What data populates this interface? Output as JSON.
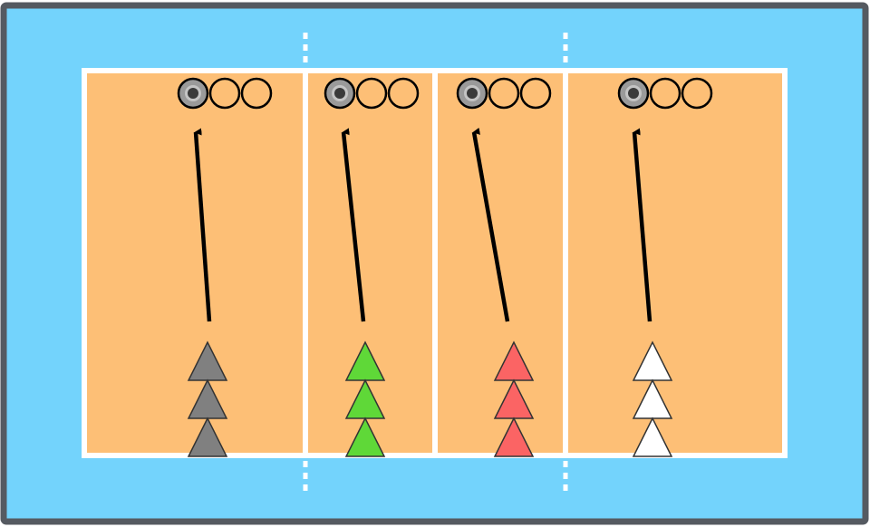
{
  "colors": {
    "frame": "#555a61",
    "surround": "#73d3fc",
    "court": "#fdbf76",
    "line": "#ffffff",
    "arrow": "#000000",
    "target_outer": "#9a9a9a",
    "target_inner": "#3a3a3a",
    "target_empty": "none",
    "cone_outline": "#333333"
  },
  "lanes": [
    {
      "name": "lane-1",
      "cone_color": "#808080",
      "cone_count": 3,
      "targets": [
        "filled",
        "empty",
        "empty"
      ]
    },
    {
      "name": "lane-2",
      "cone_color": "#5fd838",
      "cone_count": 3,
      "targets": [
        "filled",
        "empty",
        "empty"
      ]
    },
    {
      "name": "lane-3",
      "cone_color": "#fb6464",
      "cone_count": 3,
      "targets": [
        "filled",
        "empty",
        "empty"
      ]
    },
    {
      "name": "lane-4",
      "cone_color": "#ffffff",
      "cone_count": 3,
      "targets": [
        "filled",
        "empty",
        "empty"
      ]
    }
  ]
}
